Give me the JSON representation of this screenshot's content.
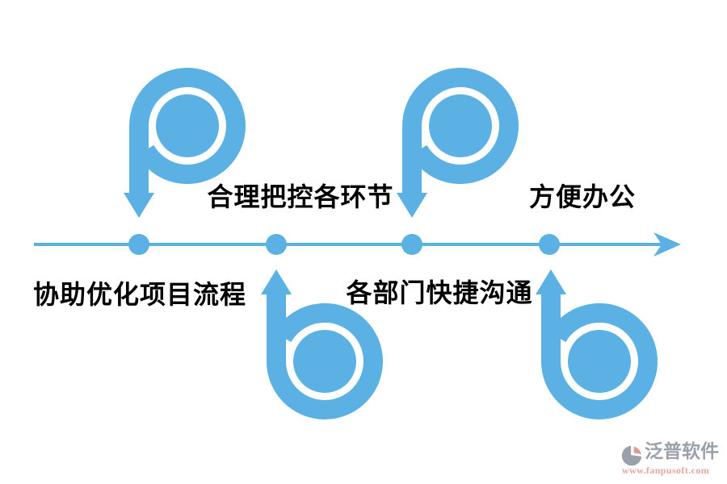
{
  "timeline": {
    "direction": "left-to-right",
    "steps": [
      {
        "label": "协助优化项目流程",
        "label_side": "below",
        "icon": "p-loop-arrow-down"
      },
      {
        "label": "合理把控各环节",
        "label_side": "above",
        "icon": "b-loop-arrow-up"
      },
      {
        "label": "各部门快捷沟通",
        "label_side": "below",
        "icon": "p-loop-arrow-down"
      },
      {
        "label": "方便办公",
        "label_side": "above",
        "icon": "b-loop-arrow-up"
      }
    ]
  },
  "watermark": {
    "brand": "泛普软件",
    "url": "www.fanpusoft.com"
  },
  "colors": {
    "accent_blue": "#5BB1E3",
    "label_text": "#000000",
    "watermark_gray": "#9AA1AB",
    "watermark_salmon": "#DE9C8F",
    "watermark_url": "#E5A79B"
  }
}
